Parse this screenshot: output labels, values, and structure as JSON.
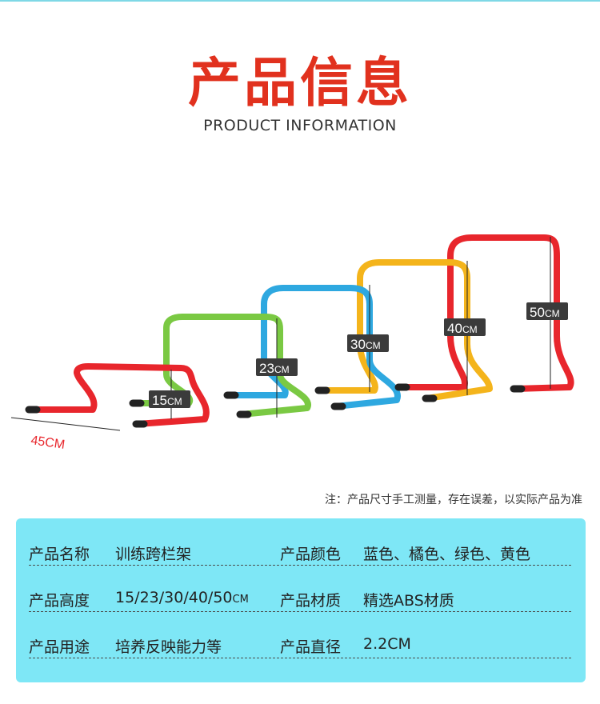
{
  "header": {
    "title": "产品信息",
    "subtitle": "PRODUCT INFORMATION"
  },
  "figure": {
    "width_label": "45CM",
    "heights": [
      {
        "num": "15",
        "unit": "CM",
        "color": "#7ac943"
      },
      {
        "num": "23",
        "unit": "CM",
        "color": "#2ea8e0"
      },
      {
        "num": "30",
        "unit": "CM",
        "color": "#f4b41b"
      },
      {
        "num": "40",
        "unit": "CM",
        "color": "#f4b41b"
      },
      {
        "num": "50",
        "unit": "CM",
        "color": "#e8262c"
      }
    ],
    "colors": {
      "red": "#e8262c",
      "green": "#7ac943",
      "blue": "#2ea8e0",
      "yellow": "#f4b41b"
    }
  },
  "note": "注：产品尺寸手工测量，存在误差，以实际产品为准",
  "specs": {
    "name_label": "产品名称",
    "name_value": "训练跨栏架",
    "color_label": "产品颜色",
    "color_value": "蓝色、橘色、绿色、黄色",
    "height_label": "产品高度",
    "height_value_main": "15/23/30/40/50",
    "height_value_unit": "CM",
    "material_label": "产品材质",
    "material_value": "精选ABS材质",
    "use_label": "产品用途",
    "use_value": "培养反映能力等",
    "diameter_label": "产品直径",
    "diameter_value": "2.2CM"
  }
}
